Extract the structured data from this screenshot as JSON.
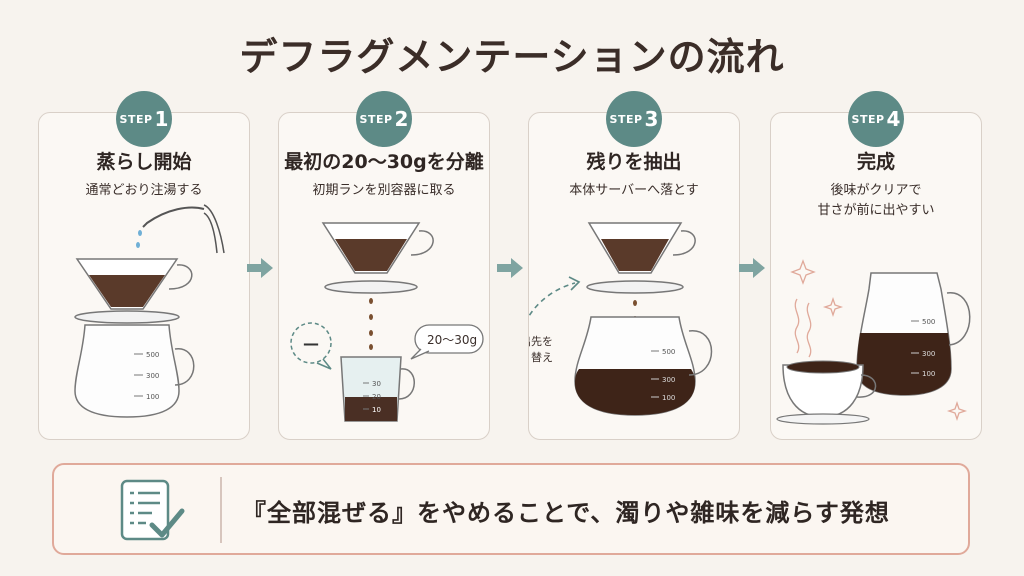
{
  "title": "デフラグメンテーションの流れ",
  "steps": [
    {
      "step_label": "STEP",
      "number": "1",
      "title": "蒸らし開始",
      "subtitle": "通常どおり注湯する"
    },
    {
      "step_label": "STEP",
      "number": "2",
      "title": "最初の20〜30gを分離",
      "subtitle": "初期ランを別容器に取る"
    },
    {
      "step_label": "STEP",
      "number": "3",
      "title": "残りを抽出",
      "subtitle": "本体サーバーへ落とす"
    },
    {
      "step_label": "STEP",
      "number": "4",
      "title": "完成",
      "subtitle": "後味がクリアで\n甘さが前に出やすい"
    }
  ],
  "step1": {
    "server_marks": [
      "500",
      "300",
      "100"
    ]
  },
  "step2": {
    "cup_marks": [
      "30",
      "20",
      "10"
    ],
    "bubble_right": "20〜30g",
    "bubble_left": "—"
  },
  "step3": {
    "server_marks": [
      "500",
      "300",
      "100"
    ],
    "switch_label_1": "抽出先を",
    "switch_label_2": "切り替え"
  },
  "step4": {
    "server_marks": [
      "500",
      "300",
      "100"
    ]
  },
  "summary": {
    "text": "『全部混ぜる』をやめることで、濁りや雑味を減らす発想"
  },
  "colors": {
    "teal": "#5d8a86",
    "coffee": "#4a2f24",
    "accent": "#e0a99a"
  }
}
